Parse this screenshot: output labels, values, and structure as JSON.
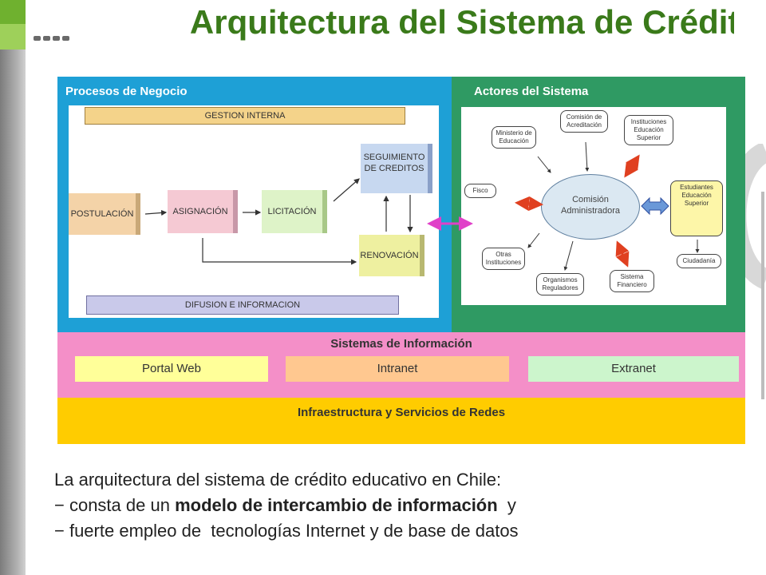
{
  "title": "Arquitectura del Sistema de Crédito",
  "business": {
    "header": "Procesos de Negocio",
    "gestion": "GESTION INTERNA",
    "postulacion": "POSTULACIÓN",
    "asignacion": "ASIGNACIÓN",
    "licitacion": "LICITACIÓN",
    "seguimiento": "SEGUIMIENTO DE CREDITOS",
    "renovacion": "RENOVACIÓN",
    "difusion": "DIFUSION E INFORMACION"
  },
  "actors": {
    "header": "Actores del Sistema",
    "center": "Comisión Administradora",
    "comision_acreditacion": "Comisión de Acreditación",
    "ministerio": "Ministerio de Educación",
    "instituciones": "Instituciones Educación Superior",
    "fisco": "Fisco",
    "estudiantes": "Estudiantes Educación Superior",
    "otras": "Otras Instituciones",
    "organismos": "Organismos Reguladores",
    "sistema_financiero": "Sistema Financiero",
    "ciudadania": "Ciudadanía"
  },
  "info_systems": {
    "header": "Sistemas de Información",
    "portal": "Portal Web",
    "intranet": "Intranet",
    "extranet": "Extranet"
  },
  "infra": {
    "header": "Infraestructura y Servicios de Redes"
  },
  "body": {
    "intro": "La arquitectura del sistema de crédito educativo en Chile:",
    "bullet1_pre": "− consta de un ",
    "bullet1_bold": "modelo de intercambio de información",
    "bullet1_post": "  y",
    "bullet2": "− fuerte empleo de  tecnologías Internet y de base de datos"
  },
  "colors": {
    "title": "#3a7a1a",
    "business": "#1ea0d6",
    "actors": "#2f9a63",
    "info_systems": "#f48fc8",
    "infra": "#ffcc00",
    "link_arrow": "#e040c8"
  }
}
